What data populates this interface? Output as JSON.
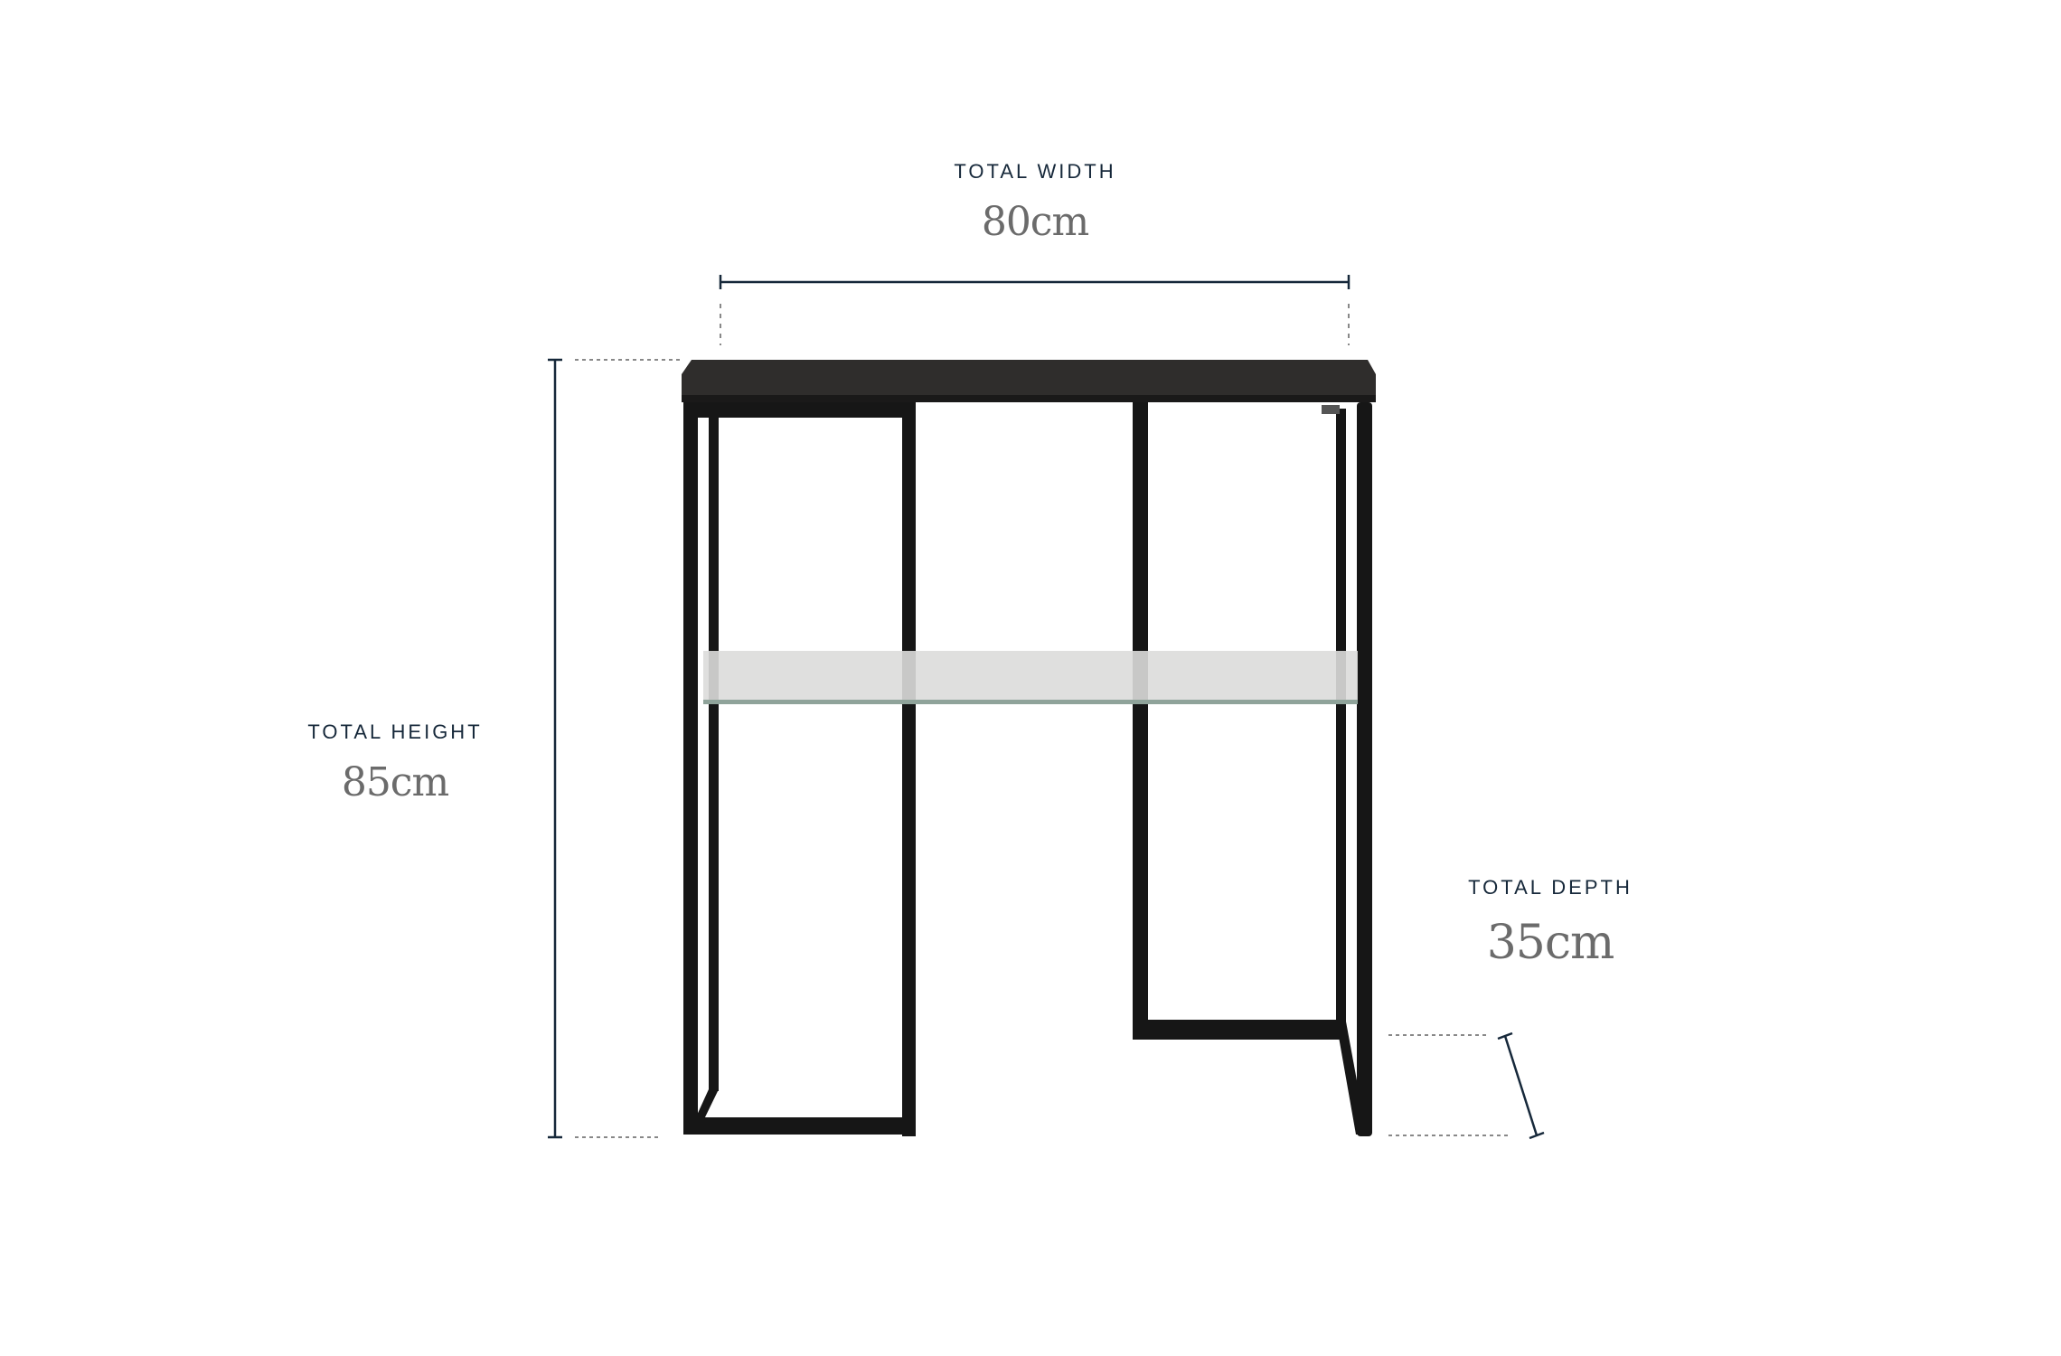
{
  "dimensions": {
    "width": {
      "label": "TOTAL WIDTH",
      "value": "80cm"
    },
    "height": {
      "label": "TOTAL HEIGHT",
      "value": "85cm"
    },
    "depth": {
      "label": "TOTAL DEPTH",
      "value": "35cm"
    }
  },
  "colors": {
    "label": "#16283a",
    "value": "#6b6b6b",
    "frame": "#161616",
    "top": "#2f2d2c",
    "glass": "#dcdcda"
  }
}
